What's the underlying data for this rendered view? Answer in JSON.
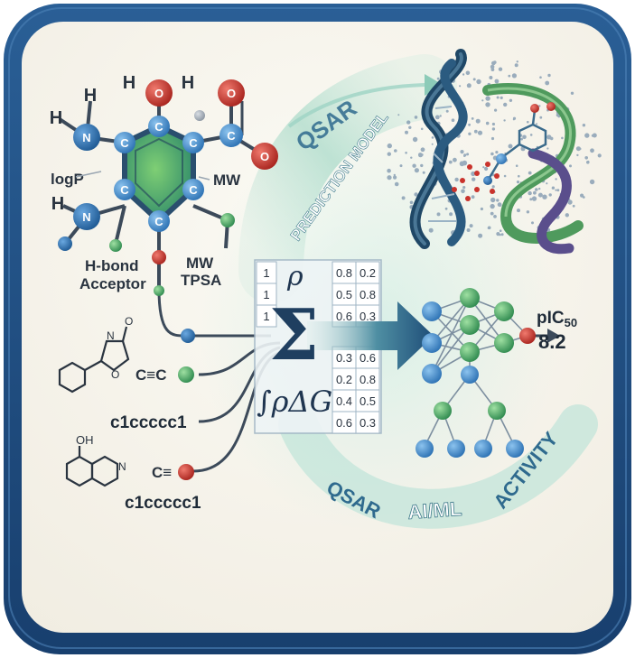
{
  "labels": {
    "logp": "logP",
    "mw_top": "MW",
    "hbond_line1": "H-bond",
    "hbond_line2": "Acceptor",
    "mw_bottom": "MW",
    "tpsa": "TPSA",
    "alkyne_left": "C≡C",
    "alkyne_right": "C≡",
    "smiles_1": "c1ccccc1",
    "smiles_2": "c1ccccc1",
    "hydroxyl": "OH",
    "qsar_top": "QSAR",
    "prediction_model": "PREDICTION MODEL",
    "rho_top": "ρ",
    "sigma": "Σ",
    "integral": "∫ρΔG",
    "pic50_prefix": "pIC",
    "pic50_sub": "50",
    "pic50_value": "8.2",
    "qsar_bottom": "QSAR",
    "aiml": "AI/ML",
    "activity": "ACTIVITY"
  },
  "atoms": {
    "hydrogen": "H",
    "nitrogen": "N",
    "carbon": "C",
    "oxygen": "O"
  },
  "matrix": {
    "row_index_top": [
      "1",
      "1",
      "1"
    ],
    "top_rows": [
      [
        "0.8",
        "0.2"
      ],
      [
        "0.5",
        "0.8"
      ],
      [
        "0.6",
        "0.3"
      ]
    ],
    "bottom_rows": [
      [
        "0.3",
        "0.6"
      ],
      [
        "0.2",
        "0.8"
      ],
      [
        "0.4",
        "0.5"
      ],
      [
        "0.6",
        "0.3"
      ]
    ]
  },
  "colors": {
    "frame": "#1f4f86",
    "panel": "#f6f3ea",
    "atom_n": "#2f6fae",
    "atom_o": "#c9332c",
    "atom_c": "#3b86c8",
    "ring_fill": "#5fb46a",
    "green_node": "#4caf6b",
    "dna_dark": "#1f4766",
    "dna_green": "#4f9a5d",
    "helix_purple": "#5a4e8c"
  }
}
